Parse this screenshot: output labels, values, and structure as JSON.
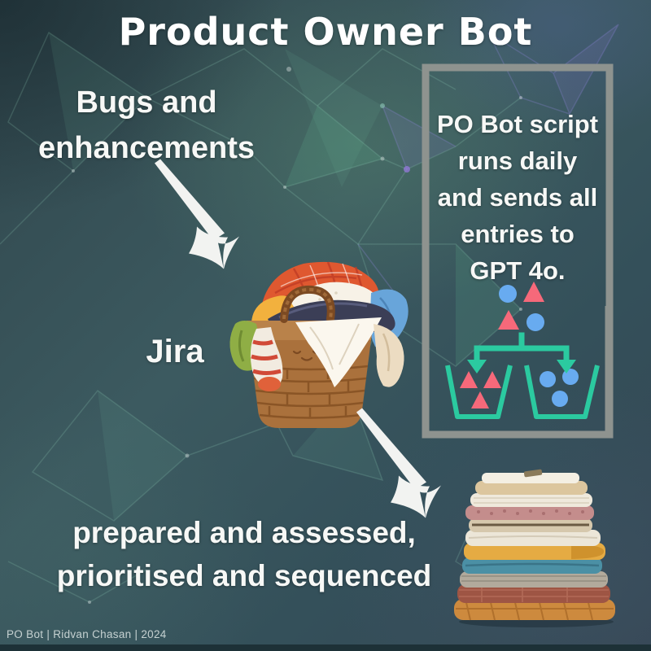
{
  "title": "Product Owner Bot",
  "flow": {
    "input_label_line1": "Bugs and",
    "input_label_line2": "enhancements",
    "source_label": "Jira",
    "panel_lines": [
      "PO Bot script",
      "runs daily",
      "and sends all",
      "entries to",
      "GPT 4o."
    ],
    "output_label_line1": "prepared and assessed,",
    "output_label_line2": "prioritised and sequenced"
  },
  "footer": {
    "credit": "PO Bot | Ridvan Chasan | 2024"
  },
  "icons": {
    "arrow": "hand-drawn-arrow-down-right",
    "basket": "laundry-basket-full-of-clothes",
    "sorter": "shapes-sorted-into-two-buckets",
    "clothes_stack": "folded-clothes-stack"
  },
  "colors": {
    "background": "#3a565c",
    "frame_gray": "#8e938f",
    "teal_accent": "#2bcaa0",
    "pink_accent": "#f6697a",
    "blue_accent": "#68abf0",
    "text": "#ffffff"
  }
}
